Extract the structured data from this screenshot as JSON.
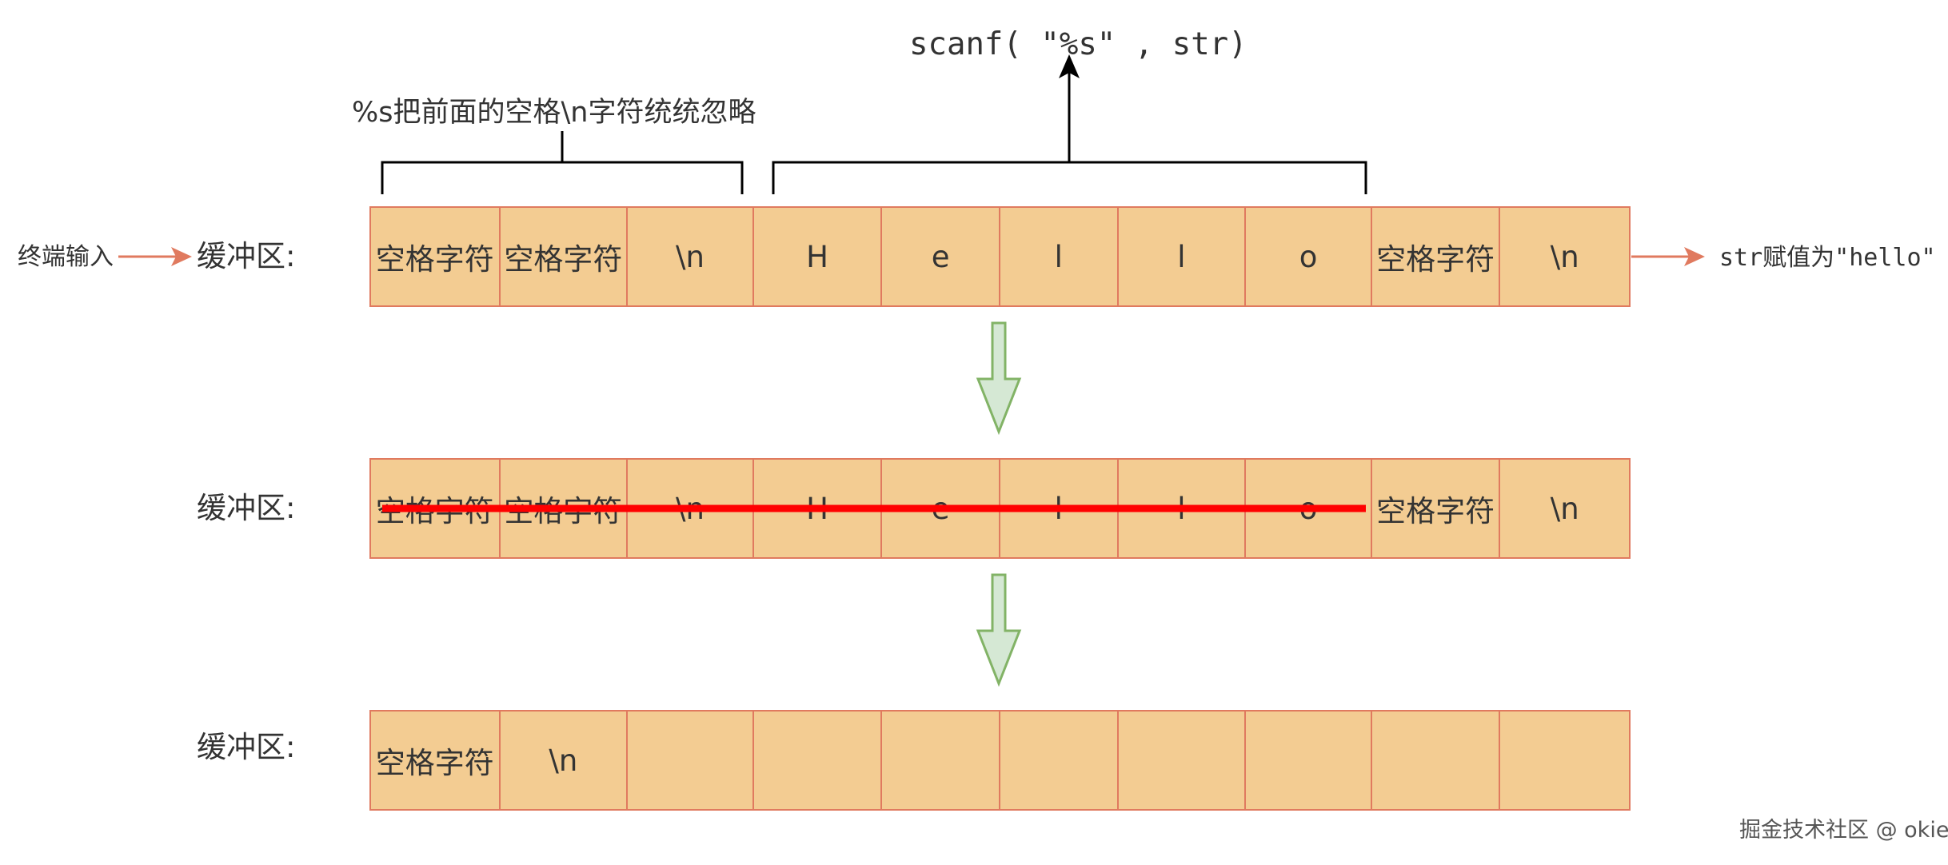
{
  "scanf_code": "scanf( \"%s\" , str)",
  "ignore_note": "%s把前面的空格\\n字符统统忽略",
  "input_label": "终端输入",
  "buffer_label": "缓冲区:",
  "result_label": "str赋值为\"hello\"",
  "watermark": "掘金技术社区 @ okie",
  "colors": {
    "cell_fill": "#f3cc92",
    "cell_border": "#e07a5f",
    "flow_arrow_fill": "#d5e8d4",
    "flow_arrow_stroke": "#82b366",
    "strike_line": "#ff0000",
    "io_arrow": "#e07a5f",
    "bracket": "#000000"
  },
  "rows": [
    {
      "cells": [
        "空格字符",
        "空格字符",
        "\\n",
        "H",
        "e",
        "l",
        "l",
        "o",
        "空格字符",
        "\\n"
      ],
      "struck_cells": 0
    },
    {
      "cells": [
        "空格字符",
        "空格字符",
        "\\n",
        "H",
        "e",
        "l",
        "l",
        "o",
        "空格字符",
        "\\n"
      ],
      "struck_cells": 8
    },
    {
      "cells": [
        "空格字符",
        "\\n",
        "",
        "",
        "",
        "",
        "",
        "",
        "",
        ""
      ],
      "struck_cells": 0
    }
  ]
}
